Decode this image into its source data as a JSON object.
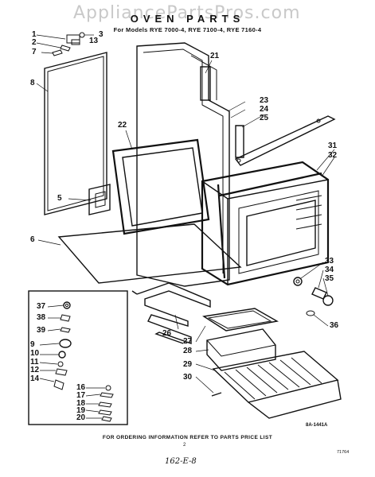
{
  "watermark": "AppliancePartsPros.com",
  "title": "OVEN PARTS",
  "subtitle": "For Models RYE 7000-4, RYE 7100-4, RYE 7160-4",
  "callouts": {
    "c1": "1",
    "c2": "2",
    "c3": "3",
    "c7": "7",
    "c13": "13",
    "c8": "8",
    "c21": "21",
    "c22": "22",
    "c23": "23",
    "c24": "24",
    "c25": "25",
    "c31": "31",
    "c32": "32",
    "c5": "5",
    "c6": "6",
    "c33": "33",
    "c34": "34",
    "c35": "35",
    "c36": "36",
    "c37": "37",
    "c38": "38",
    "c39": "39",
    "c9": "9",
    "c10": "10",
    "c11": "11",
    "c12": "12",
    "c14": "14",
    "c16": "16",
    "c17": "17",
    "c18": "18",
    "c19": "19",
    "c20": "20",
    "c26": "26",
    "c27": "27",
    "c28": "28",
    "c29": "29",
    "c30": "30"
  },
  "doc_code": "8A-1441A",
  "footer": "FOR ORDERING INFORMATION REFER TO PARTS PRICE LIST",
  "page_number": "2",
  "small_code": "71764",
  "handwritten": "162-E-8"
}
